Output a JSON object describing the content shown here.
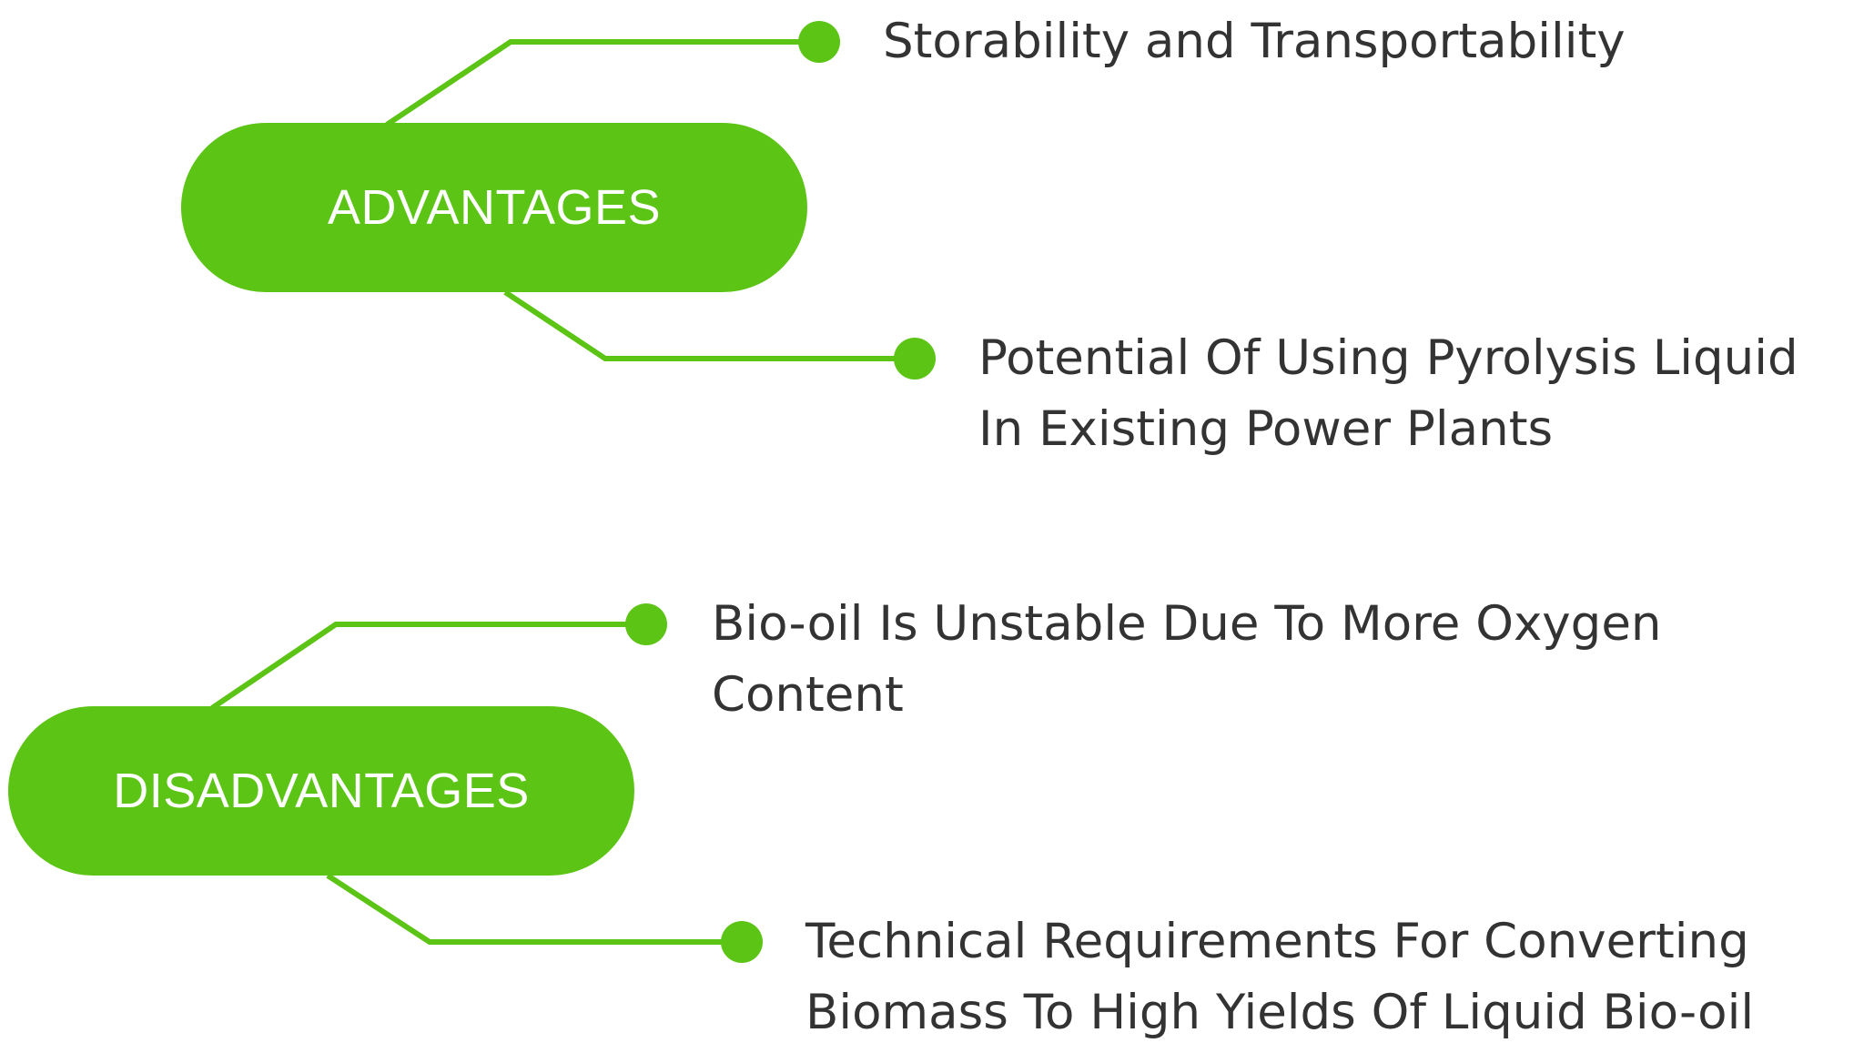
{
  "colors": {
    "accent": "#5bc414",
    "text": "#333333",
    "background": "#ffffff"
  },
  "groups": [
    {
      "label": "ADVANTAGES",
      "items": [
        {
          "lines": [
            "Storability and Transportability"
          ]
        },
        {
          "lines": [
            "Potential Of Using Pyrolysis Liquid",
            "In Existing Power Plants"
          ]
        }
      ]
    },
    {
      "label": "DISADVANTAGES",
      "items": [
        {
          "lines": [
            "Bio-oil Is Unstable Due To More Oxygen",
            "Content"
          ]
        },
        {
          "lines": [
            "Technical Requirements For Converting",
            "Biomass To High Yields Of Liquid Bio-oil"
          ]
        }
      ]
    }
  ]
}
